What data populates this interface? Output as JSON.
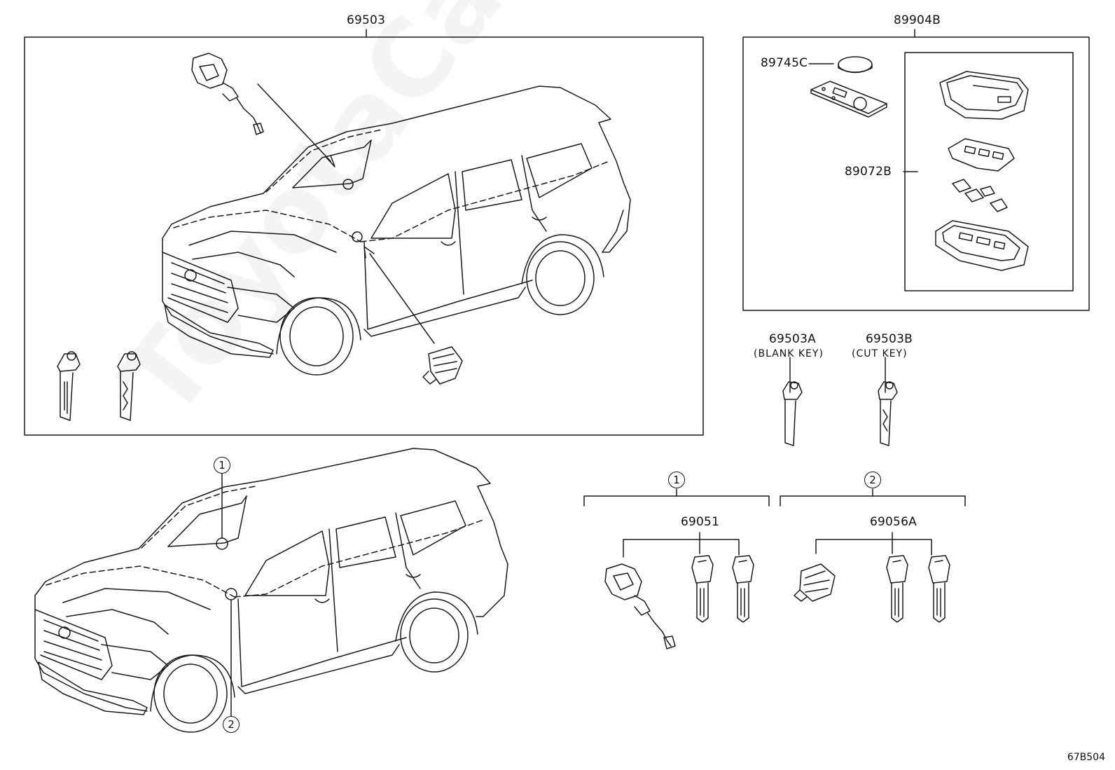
{
  "diagram_id": "67B504",
  "watermark": "ToyotaCarMine.ru",
  "parts": {
    "p69503": "69503",
    "p89904B": "89904B",
    "p89745C": "89745C",
    "p89072B": "89072B",
    "p69503A": "69503A",
    "p69503A_note": "(BLANK KEY)",
    "p69503B": "69503B",
    "p69503B_note": "(CUT KEY)",
    "p69051": "69051",
    "p69056A": "69056A"
  },
  "callouts": {
    "one": "1",
    "two": "2"
  },
  "icons": [
    "car-outline",
    "door-lock-cylinder",
    "key",
    "key-plate",
    "battery-cell",
    "circuit-board",
    "smart-key-case",
    "glove-box-lock"
  ]
}
